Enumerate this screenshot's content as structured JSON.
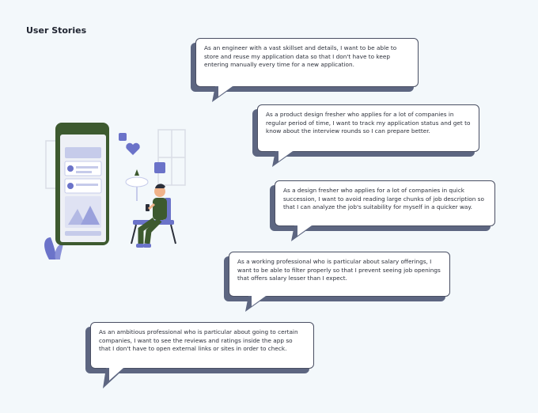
{
  "page": {
    "title": "User Stories"
  },
  "stories": [
    "As an engineer with a vast skillset and details, I want to be able to store and reuse my application data so that I don't have to keep entering manually every time for a new application.",
    "As a product design fresher who applies for a lot of companies in regular period of time, I want to track my application status and get to know about the interview rounds so I can prepare better.",
    "As a design fresher who applies for a lot of companies in quick succession, I want to avoid reading large chunks of job description so that I can analyze the job's suitability for myself in a quicker way.",
    "As a working professional who is particular about salary offerings, I want to be able to filter properly so that I prevent seeing job openings that offers salary lesser than I expect.",
    "As an ambitious professional who is particular about going to certain companies, I want to see the reviews and ratings inside the app so that I don't have to open external links or sites in order to check."
  ],
  "colors": {
    "background": "#f3f8fb",
    "bubble_shadow": "#5d6681",
    "bubble_border": "#4a4f63",
    "phone_green": "#3d5a2f",
    "accent_purple": "#6b73c9"
  },
  "illustration": {
    "description_icon": "person-with-phone-illustration"
  }
}
